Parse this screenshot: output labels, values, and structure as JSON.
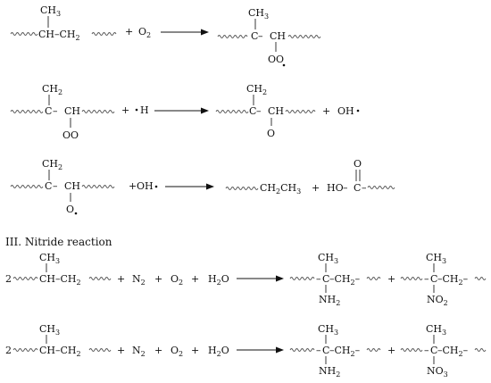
{
  "labels": {
    "ch3": "CH",
    "ch2": "CH",
    "ch": "CH",
    "c": "C",
    "h": "H",
    "o": "O",
    "oo": "OO",
    "oh": "OH",
    "ho": "HO",
    "nh": "NH",
    "no": "NO",
    "o2": "O",
    "n2": "N",
    "h2o_h": "H",
    "h2o_o": "O",
    "sub2": "2",
    "sub3": "3",
    "plus": "+",
    "coef2": "2",
    "chch2": "CH–CH",
    "ch2ch3": "CH",
    "ch2ch3_mid": "CH",
    "dash": "–"
  },
  "section": {
    "heading": "III. Nitride reaction"
  }
}
